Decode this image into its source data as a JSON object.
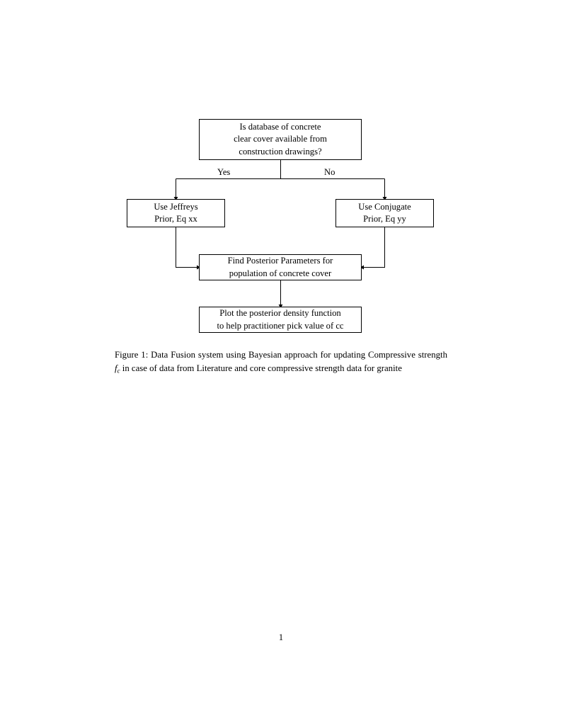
{
  "document": {
    "page_number": "1"
  },
  "figure": {
    "nodes": [
      {
        "id": "question",
        "lines": [
          "Is database of concrete",
          "clear cover available from",
          "construction drawings?"
        ]
      },
      {
        "id": "jeffreys",
        "lines": [
          "Use Jeffreys",
          "Prior, Eq xx"
        ]
      },
      {
        "id": "conjugate",
        "lines": [
          "Use Conjugate",
          "Prior, Eq yy"
        ]
      },
      {
        "id": "posterior",
        "lines": [
          "Find Posterior Parameters for",
          "population of concrete cover"
        ]
      },
      {
        "id": "plot",
        "lines": [
          "Plot the posterior density function",
          "to help practitioner pick value of cc"
        ]
      }
    ],
    "edge_labels": {
      "yes": "Yes",
      "no": "No"
    },
    "line_color": "#000000"
  },
  "caption": {
    "prefix": "Figure 1:",
    "text_before_math": " Data Fusion system using Bayesian approach for updating Compressive strength ",
    "math_base": "f",
    "math_sub": "c",
    "text_after_math": " in case of data from Literature and core compressive strength data for granite",
    "full_text": "Figure 1: Data Fusion system using Bayesian approach for updating Compressive strength f_c in case of data from Literature and core compressive strength data for granite"
  }
}
